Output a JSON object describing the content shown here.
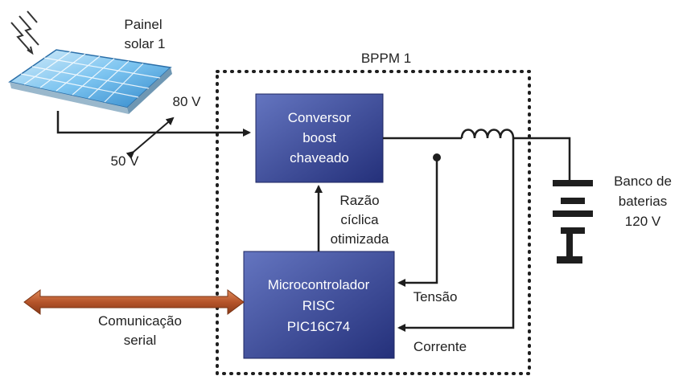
{
  "solar_panel": {
    "label_line1": "Painel",
    "label_line2": "solar 1"
  },
  "voltage_range": {
    "max": "80 V",
    "min": "50 V"
  },
  "bppm": {
    "title": "BPPM 1"
  },
  "converter": {
    "line1": "Conversor",
    "line2": "boost",
    "line3": "chaveado"
  },
  "duty_cycle": {
    "line1": "Razão",
    "line2": "cíclica",
    "line3": "otimizada"
  },
  "microcontroller": {
    "line1": "Microcontrolador",
    "line2": "RISC",
    "line3": "PIC16C74"
  },
  "sense": {
    "voltage": "Tensão",
    "current": "Corrente"
  },
  "battery": {
    "line1": "Banco de",
    "line2": "baterias",
    "line3": "120 V"
  },
  "serial": {
    "line1": "Comunicação",
    "line2": "serial"
  },
  "colors": {
    "block_top": "#5b6fb8",
    "block_bottom": "#27337a",
    "serial_arrow": "#b85a2e",
    "panel_cell": "#5ab0e8",
    "wire": "#1e1e1e"
  }
}
